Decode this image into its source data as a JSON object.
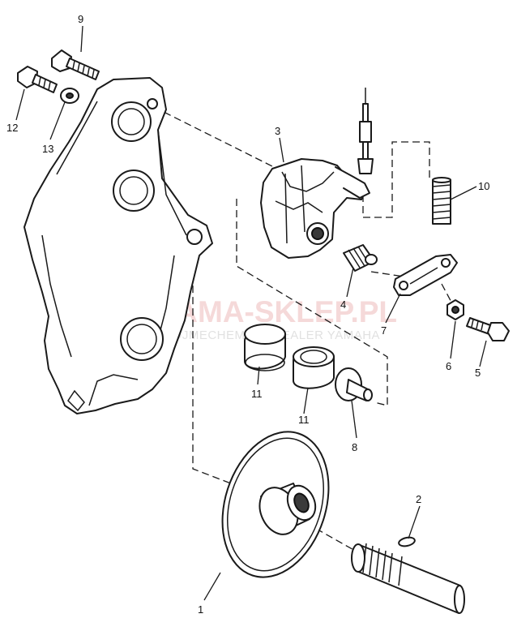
{
  "callouts": {
    "c1": "1",
    "c2": "2",
    "c3": "3",
    "c4": "4",
    "c5": "5",
    "c6": "6",
    "c7": "7",
    "c8": "8",
    "c9": "9",
    "c10": "10",
    "c11a": "11",
    "c11b": "11",
    "c12": "12",
    "c13": "13"
  },
  "watermark": {
    "brand": "YAMA-SKLEP.PL",
    "subtitle": "WOJMECHEMEZ | DEALER YAMAHA",
    "color": "#e28c8c"
  }
}
